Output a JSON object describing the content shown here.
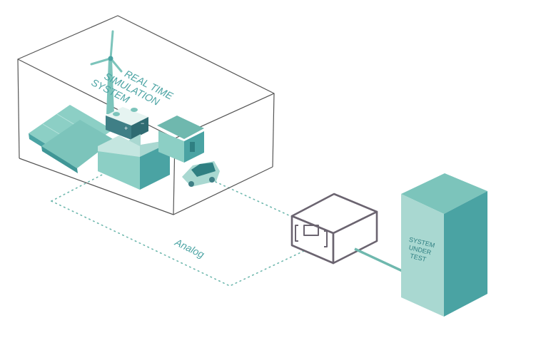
{
  "diagram": {
    "rts_label_lines": [
      "REAL TIME",
      "SIMULATION",
      "SYSTEM"
    ],
    "link_label": "Analog",
    "sut_label_lines": [
      "SYSTEM",
      "UNDER",
      "TEST"
    ]
  },
  "colors": {
    "teal_light": "#a9d8d1",
    "teal_mid": "#7cc4bb",
    "teal_dark": "#4aa3a3",
    "teal_deep": "#2f7f82",
    "outline": "#555555",
    "device_outline": "#6b6470",
    "dots": "#6fb8ae"
  },
  "icons": [
    "wind-turbine-icon",
    "solar-panel-icon",
    "battery-icon",
    "factory-icon",
    "house-icon",
    "electric-car-icon",
    "amplifier-device-icon"
  ]
}
